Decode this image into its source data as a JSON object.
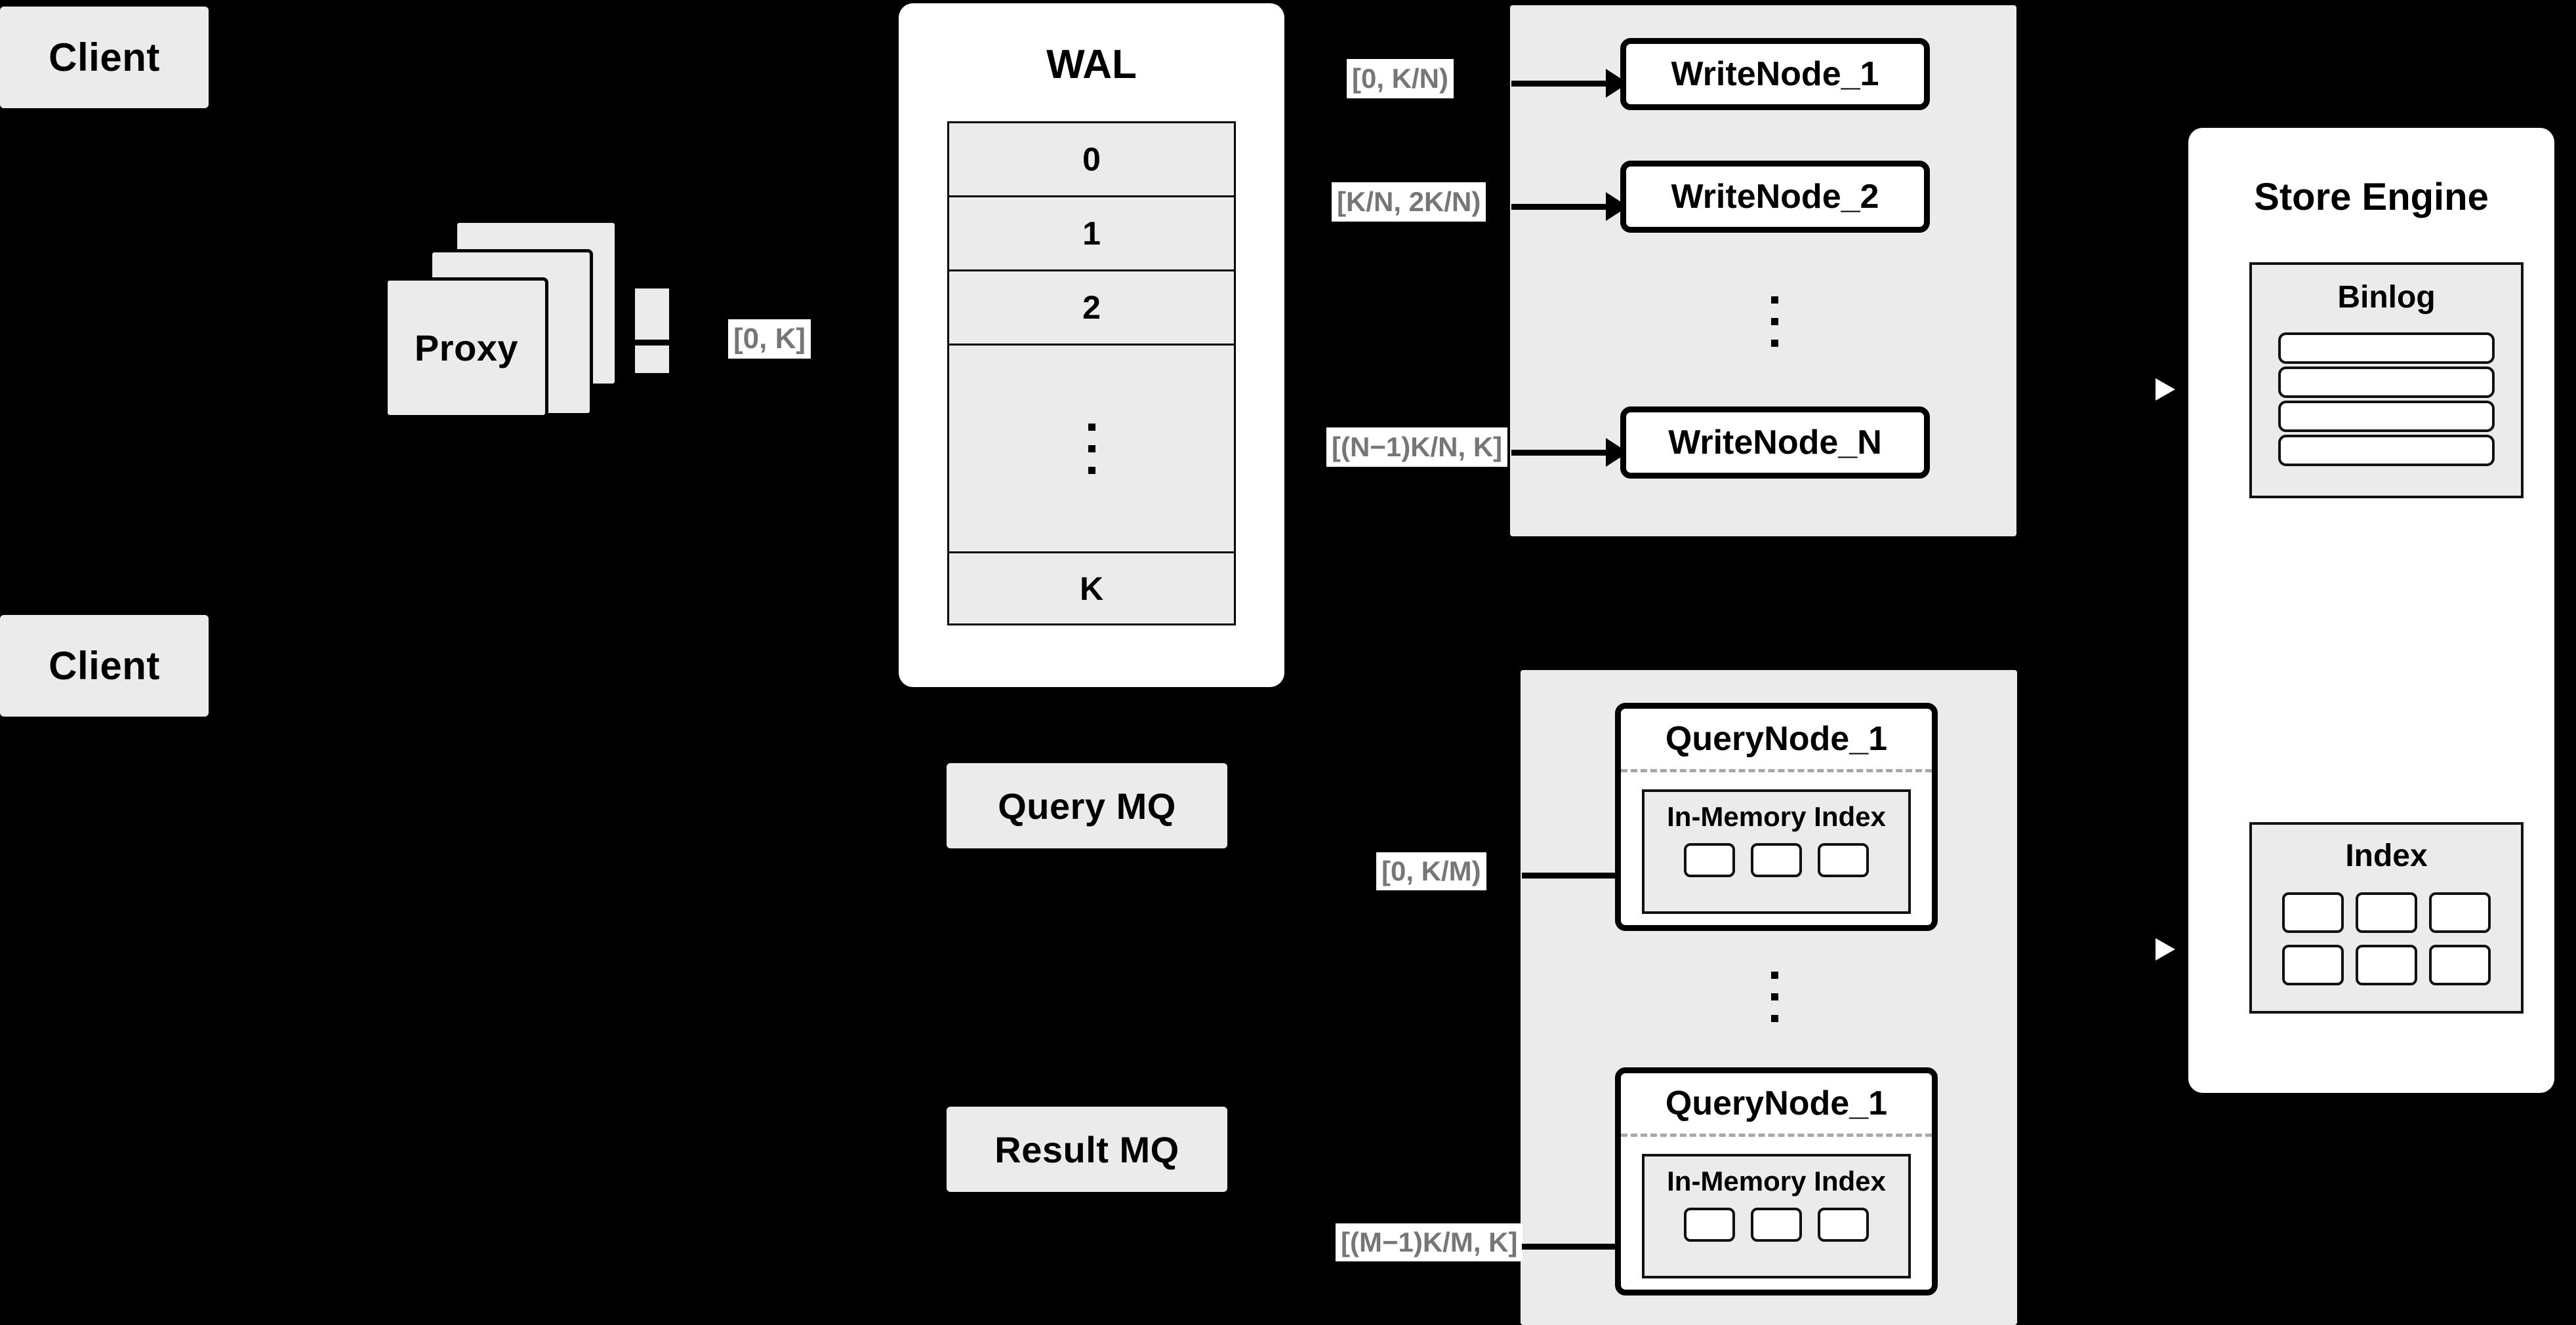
{
  "diagram": {
    "title": "Distributed Write/Query Architecture",
    "background_color": "#000000",
    "node_fill": "#ebebeb",
    "panel_fill": "#ffffff",
    "label_text_color": "#767676"
  },
  "clients": [
    {
      "label": "Client"
    },
    {
      "label": "Client"
    }
  ],
  "proxy": {
    "label": "Proxy",
    "stack_count": 3,
    "out_range_label": "[0, K]"
  },
  "wal": {
    "title": "WAL",
    "rows": [
      "0",
      "1",
      "2",
      "",
      "K"
    ],
    "ellipsis_row_index": 3
  },
  "write_group": {
    "nodes": [
      {
        "label": "WriteNode_1",
        "range_label": "[0,  K/N)"
      },
      {
        "label": "WriteNode_2",
        "range_label": "[K/N, 2K/N)"
      },
      {
        "label": "WriteNode_N",
        "range_label": "[(N−1)K/N,  K]"
      }
    ],
    "ellipsis_between": true
  },
  "query_mq": {
    "label": "Query MQ"
  },
  "result_mq": {
    "label": "Result MQ"
  },
  "query_group": {
    "nodes": [
      {
        "label": "QueryNode_1",
        "range_label": "[0, K/M)",
        "index": {
          "title": "In-Memory Index",
          "segment_count": 3
        }
      },
      {
        "label": "QueryNode_1",
        "range_label": "[(M−1)K/M, K]",
        "index": {
          "title": "In-Memory Index",
          "segment_count": 3
        }
      }
    ],
    "ellipsis_between": true
  },
  "store_engine": {
    "title": "Store Engine",
    "binlog": {
      "title": "Binlog",
      "entry_count": 4
    },
    "index": {
      "title": "Index",
      "segment_count": 6,
      "columns": 3
    }
  }
}
